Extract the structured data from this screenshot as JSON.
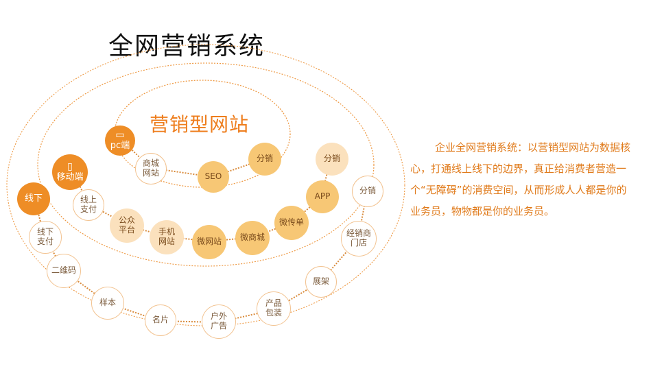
{
  "title": "全网营销系统",
  "subtitle": "营销型网站",
  "description": "企业全网营销系统：以营销型网站为数据核心，打通线上线下的边界，真正给消费者营造一个“无障碍”的消费空间，从而形成人人都是你的业务员，物物都是你的业务员。",
  "colors": {
    "accent": "#ee8d26",
    "amber": "#f7c775",
    "cream": "#fbe1bd",
    "outline": "#f2c391",
    "text": "#e07a1a"
  },
  "nodes": {
    "pc": {
      "label": "pc端",
      "icon": "monitor-icon"
    },
    "mobile": {
      "label": "移动端",
      "icon": "phone-icon"
    },
    "offline": {
      "label": "线下"
    },
    "inner": {
      "shop": "商城\n网站",
      "seo": "SEO",
      "fenxiao": "分销"
    },
    "middle": {
      "pay": "线上\n支付",
      "gongzhong": "公众\n平台",
      "mobile_site": "手机\n网站",
      "wechat_site": "微网站",
      "wechat_mall": "微商城",
      "weichuandan": "微传单",
      "app": "APP",
      "fenxiao": "分销"
    },
    "outer": {
      "offline_pay": "线下\n支付",
      "qrcode": "二维码",
      "sample": "样本",
      "card": "名片",
      "outdoor": "户外\n广告",
      "package": "产品\n包装",
      "shelf": "展架",
      "store": "经销商\n门店",
      "fenxiao": "分销"
    }
  }
}
